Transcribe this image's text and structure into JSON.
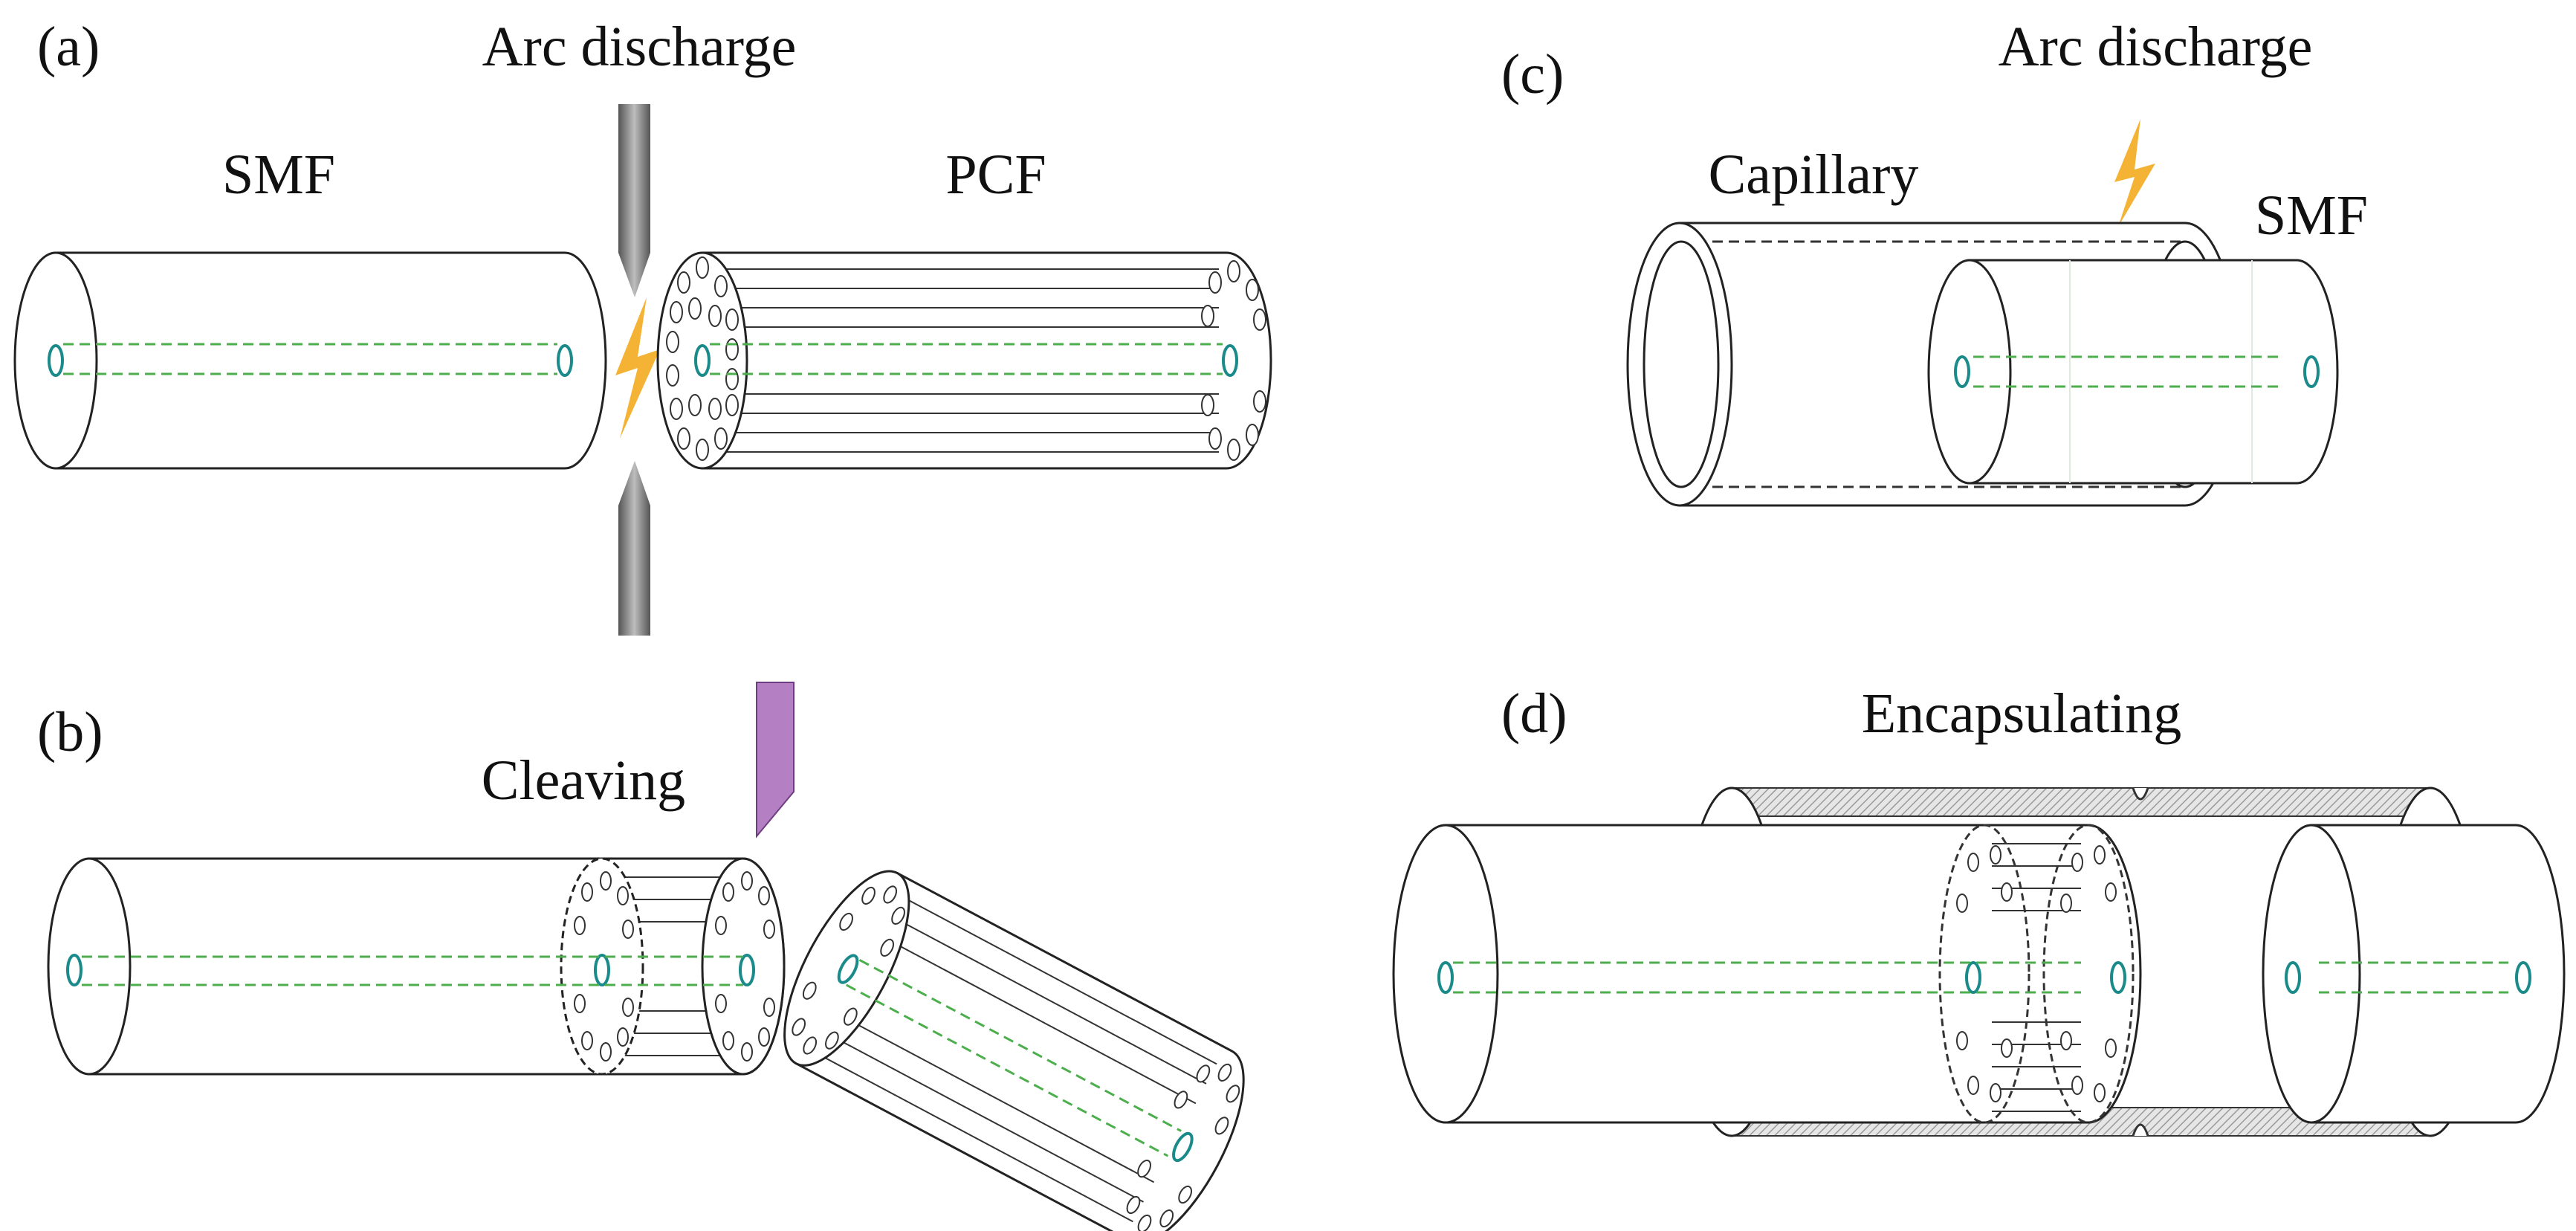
{
  "panels": {
    "a": {
      "tag": "(a)",
      "process": "Arc discharge",
      "fiber_left": "SMF",
      "fiber_right": "PCF"
    },
    "b": {
      "tag": "(b)",
      "process": "Cleaving"
    },
    "c": {
      "tag": "(c)",
      "process": "Arc discharge",
      "tube": "Capillary",
      "fiber": "SMF"
    },
    "d": {
      "tag": "(d)",
      "process": "Encapsulating"
    }
  },
  "colors": {
    "core": "#1a8a8a",
    "axis": "#4cae4c",
    "spark": "#f5b335",
    "blade": "#b57fc4",
    "electrode": "#7a7a7a"
  },
  "icons": {
    "spark": "lightning-bolt-icon",
    "blade": "cleaver-blade-icon"
  }
}
